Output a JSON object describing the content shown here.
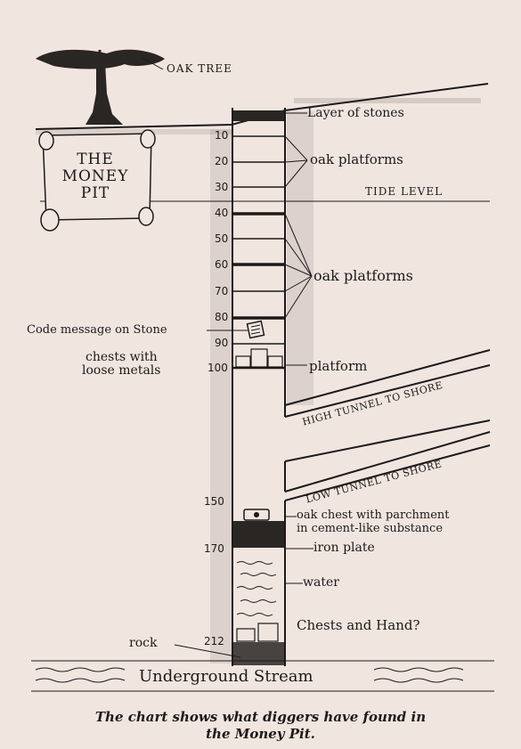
{
  "labels": {
    "oak_tree": "OAK TREE",
    "layer_of_stones": "Layer of stones",
    "oak_platforms_top": "oak platforms",
    "tide_level": "TIDE LEVEL",
    "oak_platforms_mid": "oak platforms",
    "code_message": "Code message on Stone",
    "chests_line1": "chests with",
    "chests_line2": "loose metals",
    "platform": "platform",
    "high_tunnel": "HIGH TUNNEL TO SHORE",
    "low_tunnel": "LOW TUNNEL TO SHORE",
    "oak_chest_line1": "oak chest with parchment",
    "oak_chest_line2": "in cement-like substance",
    "iron_plate": "iron plate",
    "water": "water",
    "chests_and_hand": "Chests and Hand?",
    "rock": "rock",
    "underground_stream": "Underground Stream"
  },
  "scroll": {
    "line1": "THE",
    "line2": "MONEY",
    "line3": "PIT"
  },
  "depths": [
    "10",
    "20",
    "30",
    "40",
    "50",
    "60",
    "70",
    "80",
    "90",
    "100",
    "150",
    "170",
    "212"
  ],
  "caption": {
    "line1": "The chart shows what diggers have found in",
    "line2": "the Money Pit."
  }
}
